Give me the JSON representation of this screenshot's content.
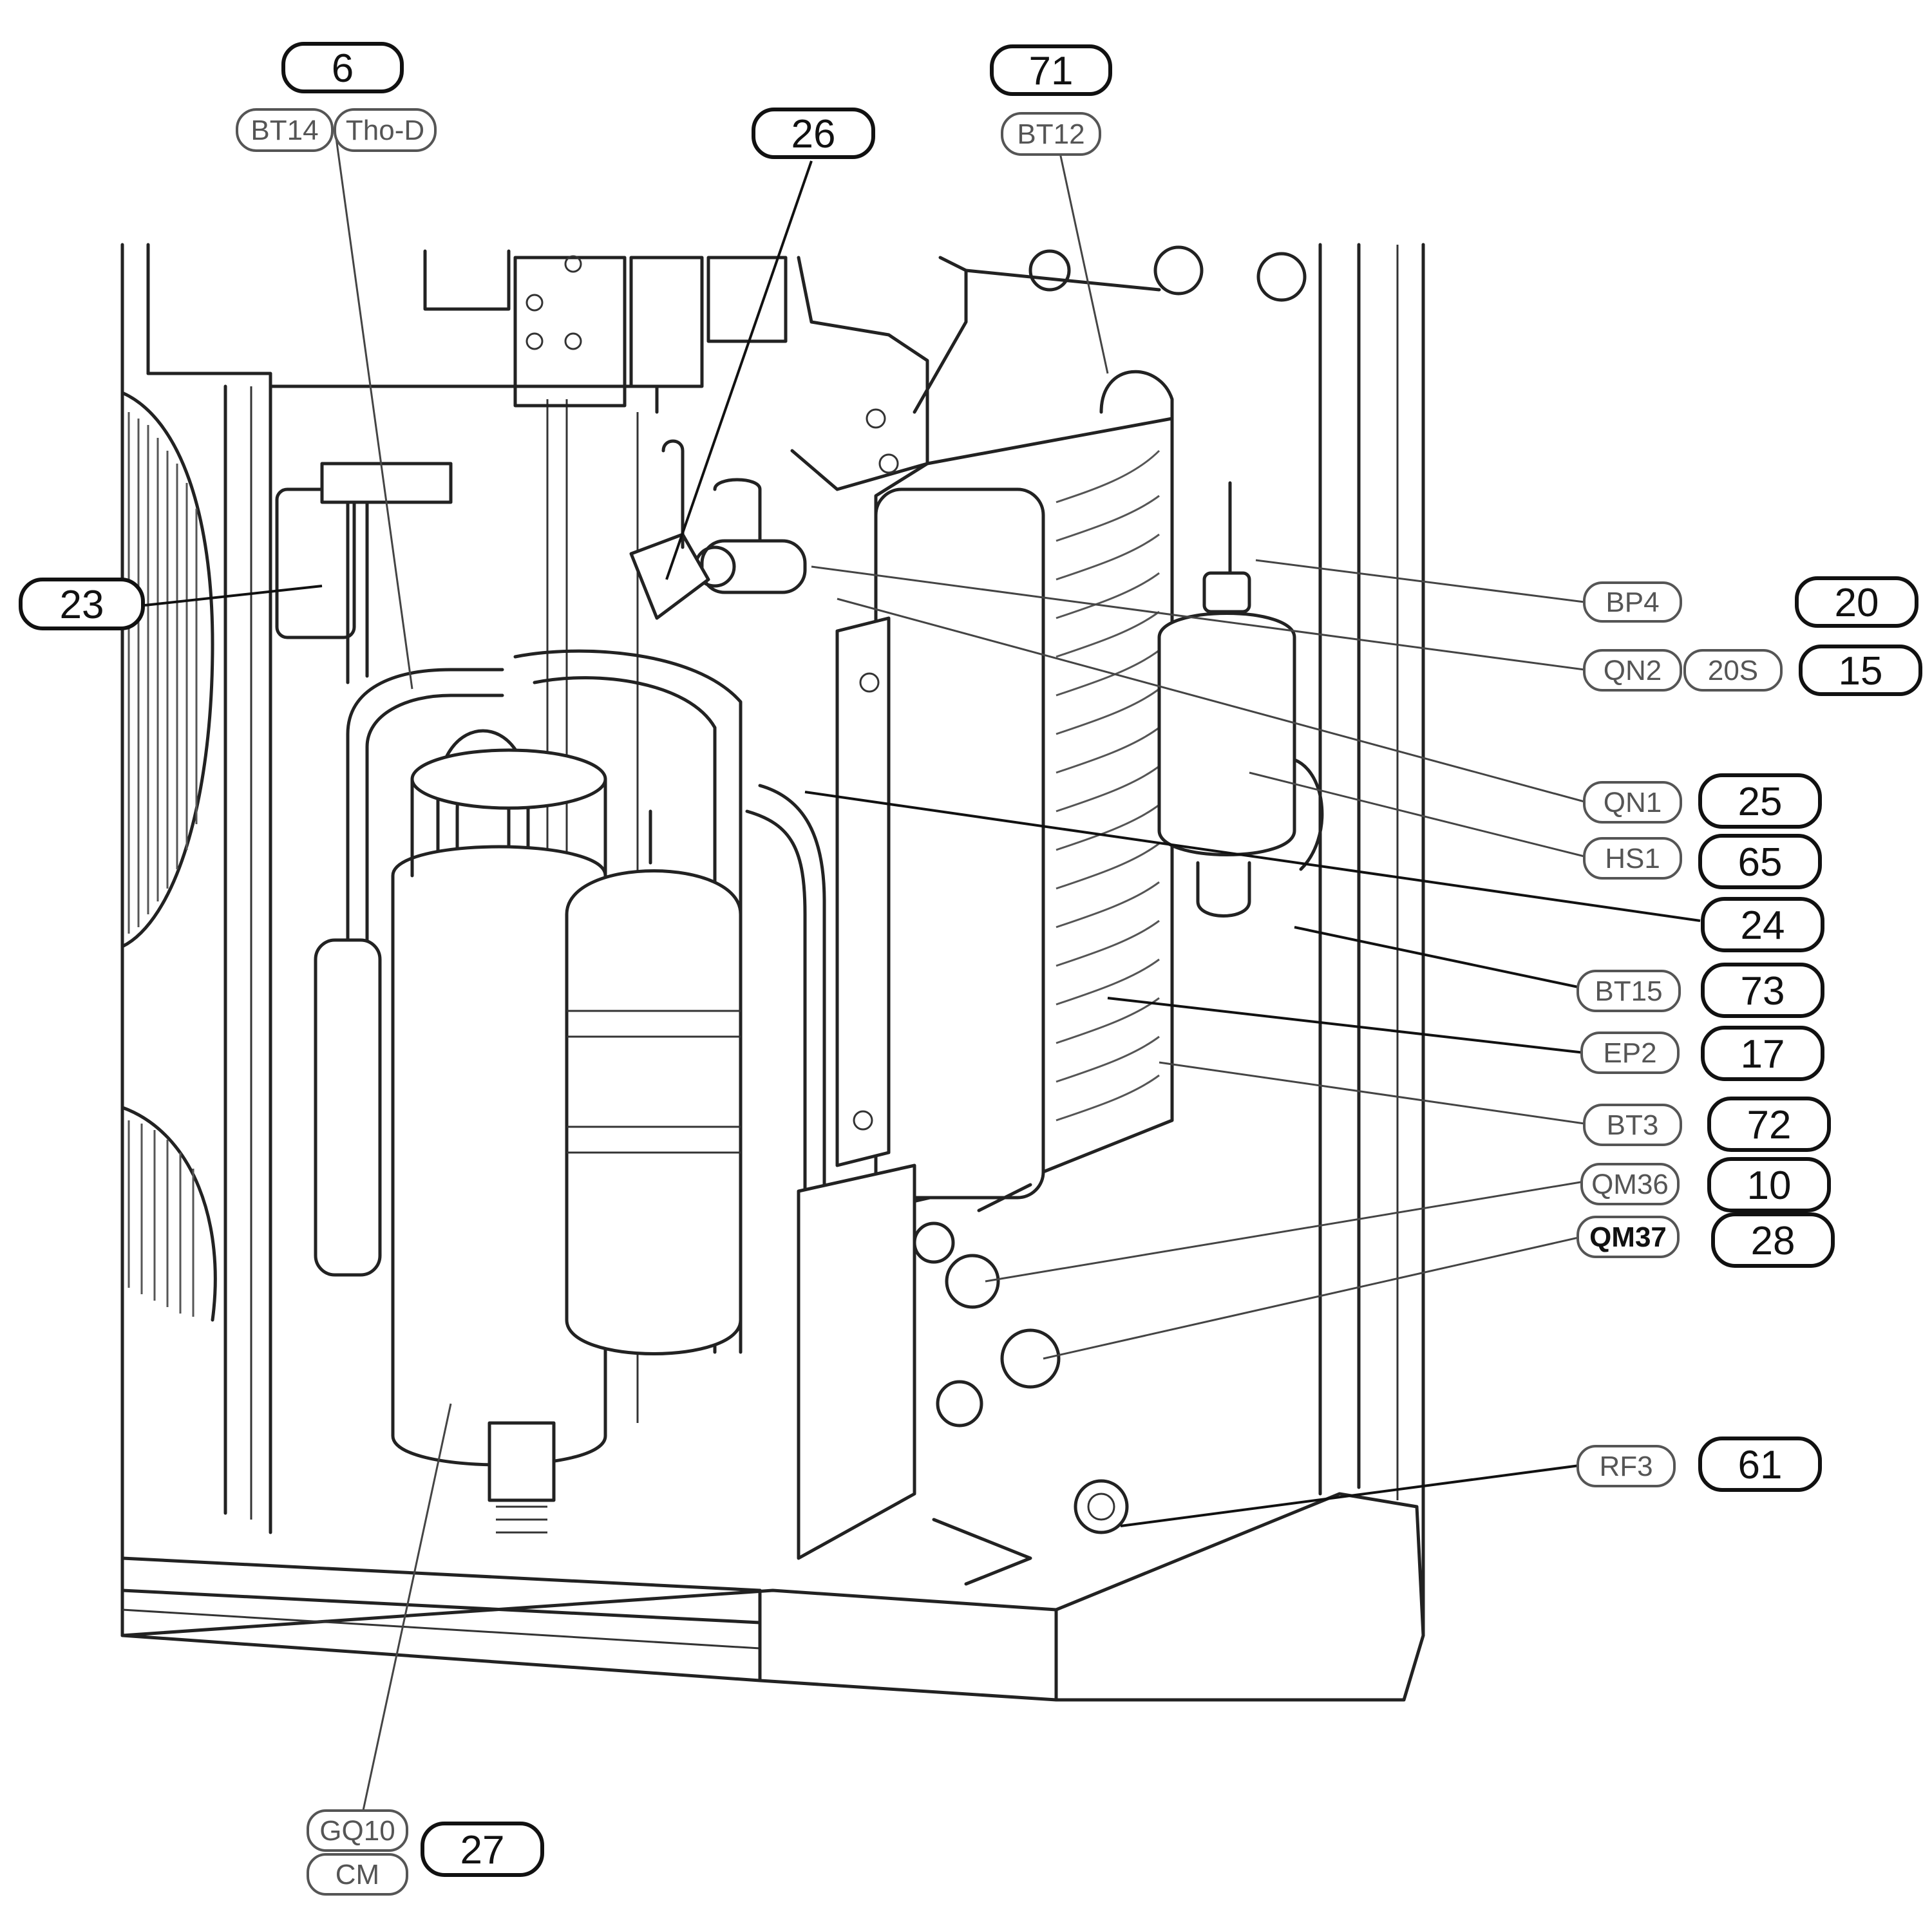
{
  "callouts": {
    "c6": {
      "number": "6",
      "codes": [
        "BT14",
        "Tho-D"
      ]
    },
    "c71": {
      "number": "71",
      "codes": [
        "BT12"
      ]
    },
    "c26": {
      "number": "26",
      "codes": []
    },
    "c23": {
      "number": "23",
      "codes": []
    },
    "c20": {
      "number": "20",
      "codes": [
        "BP4"
      ]
    },
    "c15": {
      "number": "15",
      "codes": [
        "QN2",
        "20S"
      ]
    },
    "c25": {
      "number": "25",
      "codes": [
        "QN1"
      ]
    },
    "c65": {
      "number": "65",
      "codes": [
        "HS1"
      ]
    },
    "c24": {
      "number": "24",
      "codes": []
    },
    "c73": {
      "number": "73",
      "codes": [
        "BT15"
      ]
    },
    "c17": {
      "number": "17",
      "codes": [
        "EP2"
      ]
    },
    "c72": {
      "number": "72",
      "codes": [
        "BT3"
      ]
    },
    "c10": {
      "number": "10",
      "codes": [
        "QM36"
      ]
    },
    "c28": {
      "number": "28",
      "codes": [
        "QM37"
      ]
    },
    "c61": {
      "number": "61",
      "codes": [
        "RF3"
      ]
    },
    "c27": {
      "number": "27",
      "codes": [
        "GQ10",
        "CM"
      ]
    }
  },
  "colors": {
    "line": "#222222",
    "label_border": "#111111",
    "code_border": "#555555",
    "background": "#ffffff"
  }
}
